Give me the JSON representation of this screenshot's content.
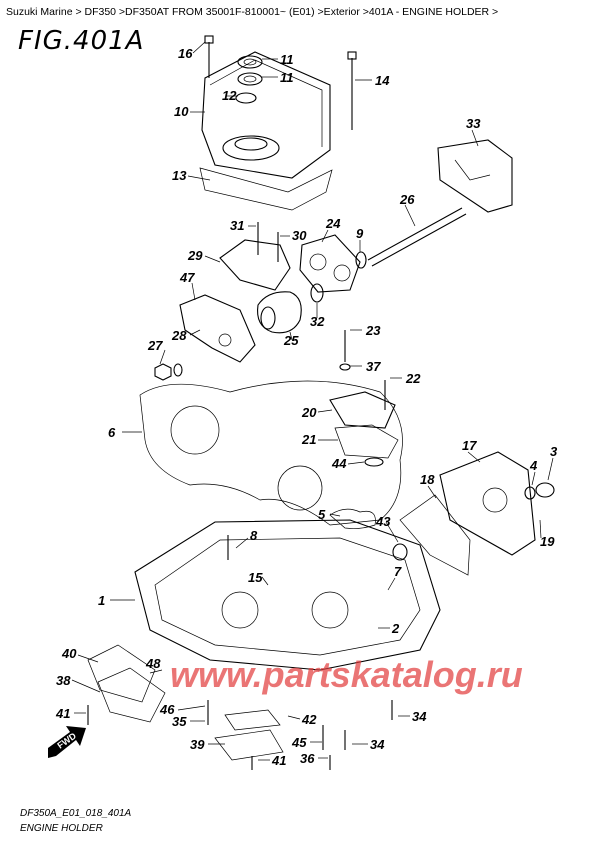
{
  "breadcrumb": "Suzuki Marine > DF350 >DF350AT FROM 35001F-810001~ (E01) >Exterior >401A - ENGINE HOLDER >",
  "figure_title": "FIG.401A",
  "drawing_code": "DF350A_E01_018_401A",
  "caption": "ENGINE HOLDER",
  "watermark": "www.partskatalog.ru",
  "fwd_label": "FWD",
  "callouts": [
    "16",
    "11",
    "11",
    "12",
    "10",
    "14",
    "13",
    "33",
    "26",
    "31",
    "30",
    "24",
    "9",
    "29",
    "47",
    "32",
    "28",
    "25",
    "27",
    "23",
    "37",
    "22",
    "6",
    "20",
    "21",
    "44",
    "17",
    "3",
    "4",
    "18",
    "5",
    "43",
    "19",
    "8",
    "15",
    "1",
    "7",
    "2",
    "40",
    "48",
    "38",
    "46",
    "41",
    "35",
    "42",
    "34",
    "45",
    "39",
    "34",
    "36",
    "41"
  ]
}
